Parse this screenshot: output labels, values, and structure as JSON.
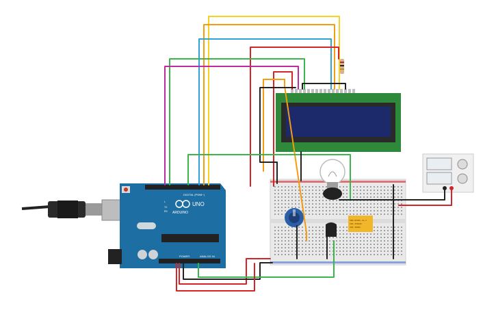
{
  "arduino": {
    "brand_text": "ARDUINO",
    "model_text": "UNO",
    "digital_label": "DIGITAL (PWM~)",
    "power_label": "POWER",
    "analog_label": "ANALOG IN",
    "tx_label": "TX",
    "rx_label": "RX",
    "l_label": "L",
    "board_color": "#1d6ea3",
    "usb_icon": "usb-plug-icon"
  },
  "lcd": {
    "screen_color": "#1c2a6b",
    "pcb_color": "#2e8a3a"
  },
  "relay": {
    "label_line1": "SRD-05VDC-SL-C",
    "label_line2": "10A 250VAC",
    "label_line3": "10A 30VDC",
    "color": "#f2b62a"
  },
  "power_supply": {
    "display_color": "#e8eef2"
  },
  "wire_colors": {
    "red": "#d42428",
    "black": "#222222",
    "green": "#39b54a",
    "yellow": "#f7d11e",
    "orange": "#f39c12",
    "blue": "#2fa3d6",
    "magenta": "#c02a9c"
  }
}
